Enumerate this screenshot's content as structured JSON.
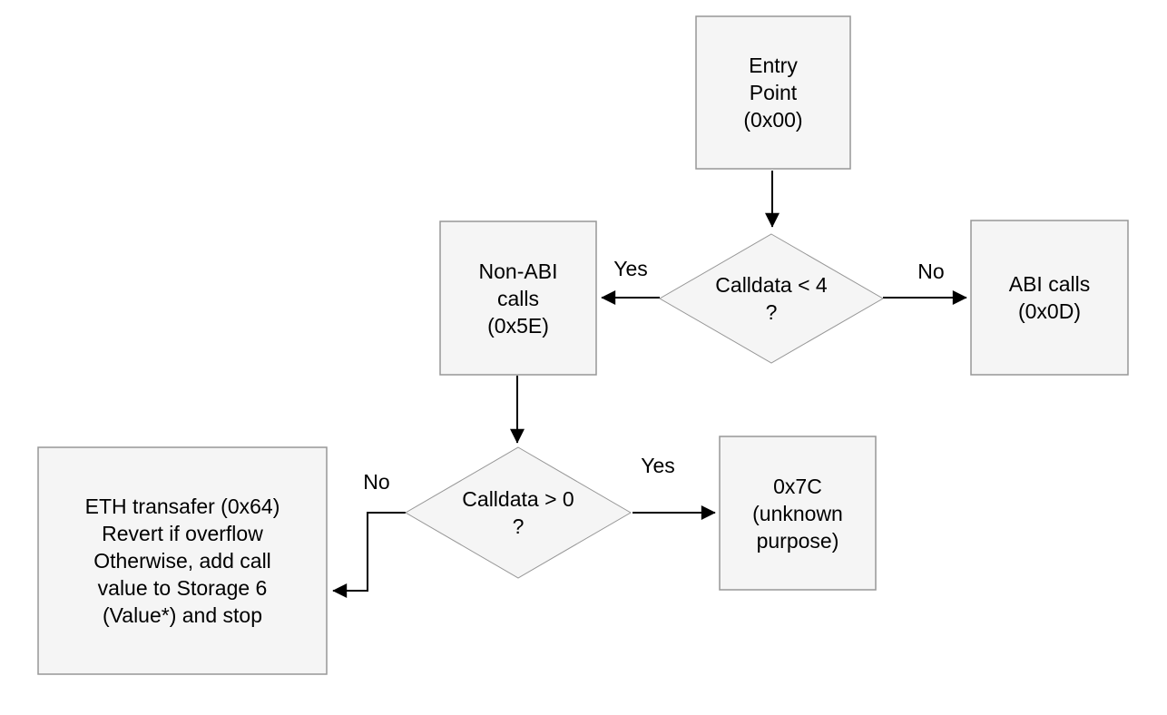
{
  "diagram": {
    "type": "flowchart",
    "background_color": "#ffffff",
    "node_fill_color": "#f5f5f5",
    "node_border_color": "#979797",
    "arrow_color": "#000000",
    "text_color": "#000000",
    "nodes": {
      "entry": {
        "shape": "rect",
        "label": "Entry\nPoint\n(0x00)"
      },
      "calldata_lt_4": {
        "shape": "diamond",
        "label": "Calldata < 4\n?"
      },
      "non_abi_calls": {
        "shape": "rect",
        "label": "Non-ABI\ncalls\n(0x5E)"
      },
      "abi_calls": {
        "shape": "rect",
        "label": "ABI calls\n(0x0D)"
      },
      "calldata_gt_0": {
        "shape": "diamond",
        "label": "Calldata > 0\n?"
      },
      "unknown_purpose": {
        "shape": "rect",
        "label": "0x7C\n(unknown\npurpose)"
      },
      "eth_transfer": {
        "shape": "rect",
        "label": "ETH transafer (0x64)\nRevert if overflow\nOtherwise, add call\nvalue to Storage 6\n(Value*) and stop"
      }
    },
    "edges": [
      {
        "from": "entry",
        "to": "calldata_lt_4",
        "label": ""
      },
      {
        "from": "calldata_lt_4",
        "to": "non_abi_calls",
        "label": "Yes"
      },
      {
        "from": "calldata_lt_4",
        "to": "abi_calls",
        "label": "No"
      },
      {
        "from": "non_abi_calls",
        "to": "calldata_gt_0",
        "label": ""
      },
      {
        "from": "calldata_gt_0",
        "to": "unknown_purpose",
        "label": "Yes"
      },
      {
        "from": "calldata_gt_0",
        "to": "eth_transfer",
        "label": "No"
      }
    ],
    "edge_labels": {
      "lt4_yes": "Yes",
      "lt4_no": "No",
      "gt0_yes": "Yes",
      "gt0_no": "No"
    }
  }
}
